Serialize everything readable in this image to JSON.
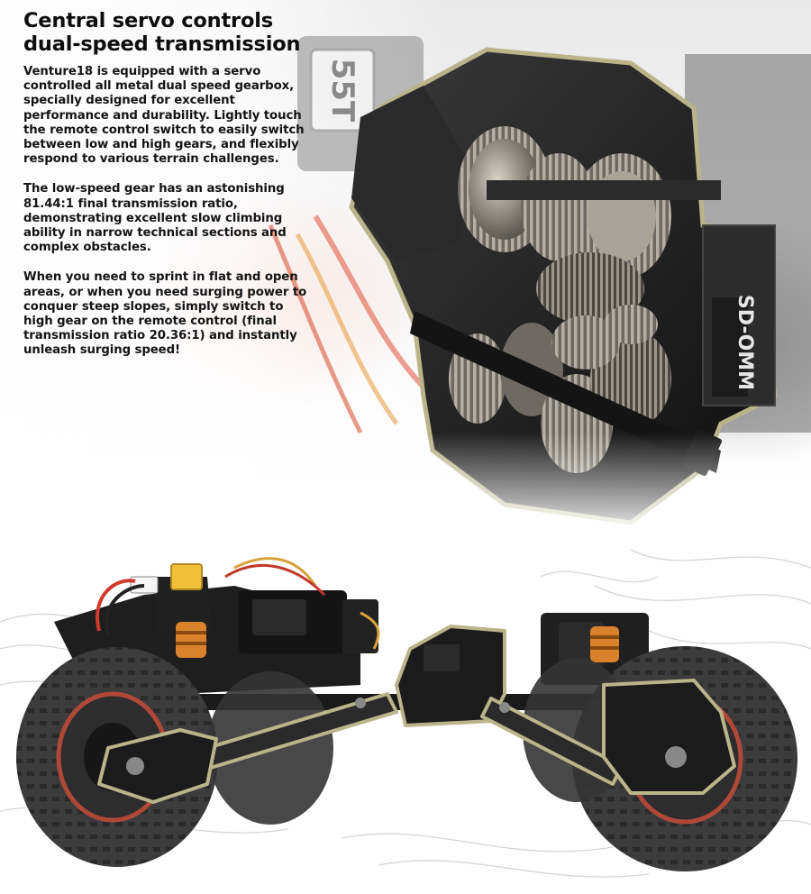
{
  "heading": "Central servo controls dual-speed transmission",
  "paragraphs": [
    "Venture18 is equipped with a servo controlled all metal dual speed gearbox, specially designed for excellent performance and durability. Lightly touch the remote control switch to easily switch between low and high gears, and flexibly respond to various terrain challenges.",
    "The low-speed gear has an astonishing 81.44:1 final transmission ratio, demonstrating excellent slow climbing ability in narrow technical sections and complex obstacles.",
    "When you need to sprint in flat and open areas, or when you need surging power to conquer steep slopes, simply switch to high gear on the remote control (final transmission ratio 20.36:1) and instantly unleash surging speed!"
  ],
  "motor_label": "55T",
  "servo_label": "SD-OMM",
  "colors": {
    "accent_outline": "#b9b48a",
    "gear_metal": "#8f8a82",
    "housing": "#1c1c1c",
    "tire": "#3a3a3a",
    "shock_orange": "#d9822b"
  },
  "images": {
    "gearbox": "gearbox-cutaway-illustration",
    "vehicle": "rc-crawler-chassis-illustration"
  }
}
